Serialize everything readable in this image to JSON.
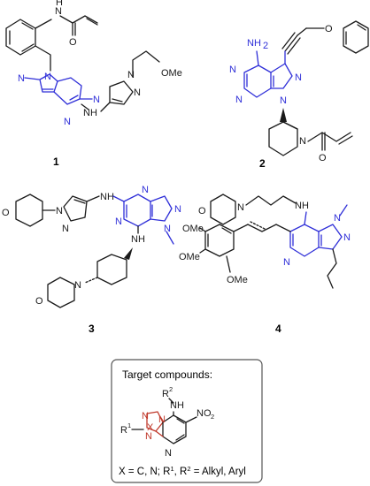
{
  "compounds": [
    {
      "label": "1"
    },
    {
      "label": "2"
    },
    {
      "label": "3"
    },
    {
      "label": "4"
    }
  ],
  "atoms": {
    "nh": "NH",
    "n": "N",
    "h": "H",
    "o": "O",
    "ome": "OMe",
    "nh2": "NH",
    "two": "2",
    "ome_text": "OMe",
    "x": "X",
    "no": "NO"
  },
  "target_box": {
    "title": "Target compounds:",
    "r1": "R",
    "r2": "R",
    "sup1": "1",
    "sup2": "2",
    "footnote": "X = C, N; R1, R2 = Alkyl, Aryl",
    "foot_prefix": "X = C, N; R",
    "foot_mid": ", R",
    "foot_suffix": " = Alkyl, Aryl"
  },
  "colors": {
    "core_blue": "#2f2fd8",
    "target_red": "#c0392b",
    "bond_black": "#1a1a1a"
  }
}
